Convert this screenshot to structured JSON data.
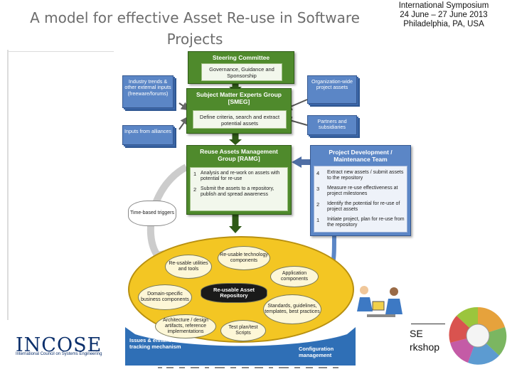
{
  "slide": {
    "title": "A model for effective Asset Re-use in Software Projects",
    "conference": [
      "International Symposium",
      "24 June – 27 June 2013",
      "Philadelphia, PA, USA"
    ]
  },
  "diagram": {
    "steering": {
      "title": "Steering Committee",
      "inner": "Governance, Guidance and Sponsorship"
    },
    "smeg": {
      "title": "Subject Matter Experts Group [SMEG]",
      "inner": "Define criteria, search and extract potential assets"
    },
    "ramg": {
      "title": "Reuse Assets Management Group [RAMG]",
      "items": [
        {
          "num": "1",
          "text": "Analysis and re-work on assets with potential for re-use"
        },
        {
          "num": "2",
          "text": "Submit the assets to a repository, publish and spread awareness"
        }
      ]
    },
    "pdmt": {
      "title": "Project Development / Maintenance Team",
      "items": [
        {
          "num": "4",
          "text": "Extract new assets / submit assets to the repository"
        },
        {
          "num": "3",
          "text": "Measure re-use effectiveness at project milestones"
        },
        {
          "num": "2",
          "text": "Identify the potential for re-use of project assets"
        },
        {
          "num": "1",
          "text": "Initiate project, plan for re-use from the repository"
        }
      ]
    },
    "industry_trends": "Industry trends & other external inputs (freeware/forums)",
    "inputs_alliances": "Inputs from alliances",
    "org_assets": "Organization-wide project assets",
    "partners": "Partners and subsidiaries",
    "triggers": "Time-based triggers",
    "repository": {
      "center": "Re-usable Asset Repository",
      "bubbles": [
        "Re-usable technology components",
        "Re-usable utilities and tools",
        "Application components",
        "Domain-specific business components",
        "Standards, guidelines, templates, best practices",
        "Architecture / design artifacts, reference implementations",
        "Test plan/test Scripts"
      ]
    },
    "issues": "Issues & enhancement tracking mechanism",
    "config": "Configuration management"
  },
  "footer": {
    "logo": "INCOSE",
    "logo_sub": "International Council on Systems Engineering",
    "workshop_lines": [
      "SE",
      "rkshop"
    ]
  },
  "colors": {
    "green": "#4f8a2c",
    "blue": "#5b86c6",
    "repo_yellow": "#f3c623",
    "navy": "#0b2f6b"
  }
}
